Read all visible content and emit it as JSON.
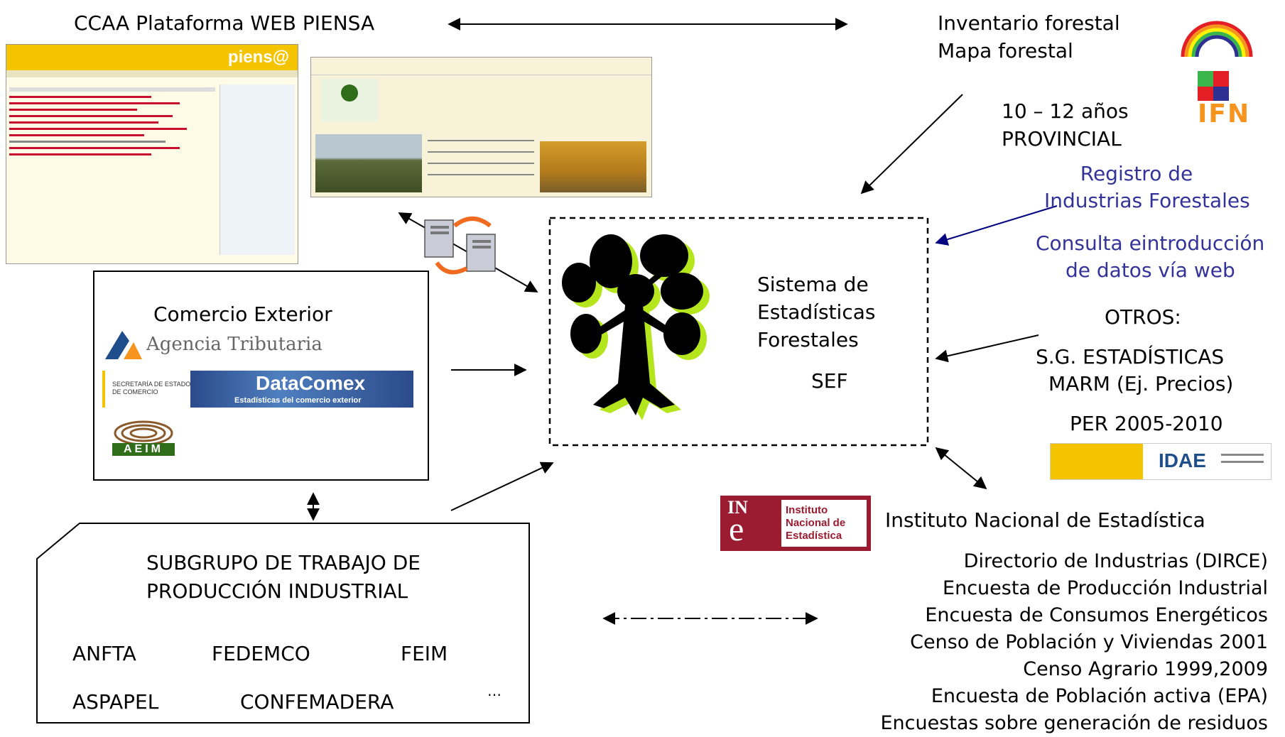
{
  "piensa": {
    "label": "CCAA Plataforma WEB PIENSA",
    "logo_text": "piens@"
  },
  "ifn": {
    "line1": "Inventario forestal",
    "line2": "Mapa forestal",
    "period": "10 – 12 años",
    "scope": "PROVINCIAL",
    "logo_text": "IFN"
  },
  "registro": {
    "line1": "Registro de",
    "line2": "Industrias Forestales",
    "line3": "Consulta eintroducción",
    "line4": "de datos vía web"
  },
  "otros": {
    "line1": "OTROS:",
    "line2": "S.G. ESTADÍSTICAS",
    "line3": "MARM (Ej. Precios)",
    "line4": "PER 2005-2010",
    "idae_text": "IDAE"
  },
  "sef": {
    "line1": "Sistema de",
    "line2": "Estadísticas",
    "line3": "Forestales",
    "acronym": "SEF"
  },
  "comercio": {
    "title": "Comercio Exterior",
    "agencia": "Agencia Tributaria",
    "datacomex": "DataComex",
    "datacomex_sub": "Estadísticas del comercio exterior",
    "secretaria_line1": "SECRETARÍA DE ESTADO",
    "secretaria_line2": "DE COMERCIO",
    "aeim": "AEIM"
  },
  "ine": {
    "name": "Instituto Nacional de Estadística",
    "logo_line1": "Instituto",
    "logo_line2": "Nacional de",
    "logo_line3": "Estadística",
    "logo_mark_top": "IN",
    "logo_mark_bottom": "e",
    "items": [
      "Directorio de Industrias (DIRCE)",
      "Encuesta de Producción Industrial",
      "Encuesta de Consumos Energéticos",
      "Censo de Población y Viviendas 2001",
      "Censo Agrario 1999,2009",
      "Encuesta de Población activa (EPA)",
      "Encuestas sobre generación de residuos"
    ]
  },
  "subgrupo": {
    "title_line1": "SUBGRUPO DE TRABAJO DE",
    "title_line2": "PRODUCCIÓN INDUSTRIAL",
    "row1": [
      "ANFTA",
      "FEDEMCO",
      "FEIM"
    ],
    "row2": [
      "ASPAPEL",
      "CONFEMADERA",
      "…"
    ]
  },
  "colors": {
    "blue_text": "#333399",
    "arrow": "#000000",
    "arrow_blue": "#000080",
    "tree_dark": "#000000",
    "tree_light": "#b5e61d",
    "piensa_yellow": "#f5c400",
    "ine_red": "#9b1b30"
  },
  "icons": [
    "tree-icon",
    "servers-icon",
    "rainbow-icon",
    "arrow-icon"
  ]
}
